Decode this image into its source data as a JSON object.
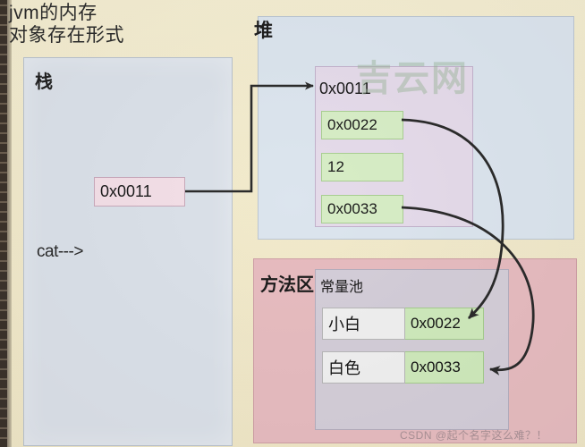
{
  "title": "jvm的内存\n对象存在形式",
  "watermarks": {
    "heap": "吉云网",
    "csdn": "CSDN @起个名字这么难？！"
  },
  "colors": {
    "page_background": "#f4ecd0",
    "stack_fill": "#dbe1e9",
    "heap_fill": "#dce5ee",
    "heap_object_fill": "#e5dbea",
    "field_green": "#d7edc6",
    "method_area_fill": "#e7bcc0",
    "constant_pool_fill": "#d4ced9",
    "reference_pink": "#f3dfe7",
    "arrow": "#2b2b2b"
  },
  "stack": {
    "label": "栈",
    "variable_label": "cat--->",
    "reference_value": "0x0011"
  },
  "heap": {
    "label": "堆",
    "object": {
      "address": "0x0011",
      "fields": [
        {
          "value": "0x0022"
        },
        {
          "value": "12"
        },
        {
          "value": "0x0033"
        }
      ]
    }
  },
  "method_area": {
    "label": "方法区",
    "constant_pool": {
      "label": "常量池",
      "rows": [
        {
          "key": "小白",
          "value": "0x0022"
        },
        {
          "key": "白色",
          "value": "0x0033"
        }
      ]
    }
  },
  "arrows": [
    {
      "name": "stack-ref-to-heap-object",
      "from": "stack.reference_value",
      "to": "heap.object.address"
    },
    {
      "name": "heap-field0-to-pool-row0",
      "from": "heap.object.fields.0.value",
      "to": "method_area.constant_pool.rows.0.value"
    },
    {
      "name": "heap-field2-to-pool-row1",
      "from": "heap.object.fields.2.value",
      "to": "method_area.constant_pool.rows.1.value"
    }
  ]
}
